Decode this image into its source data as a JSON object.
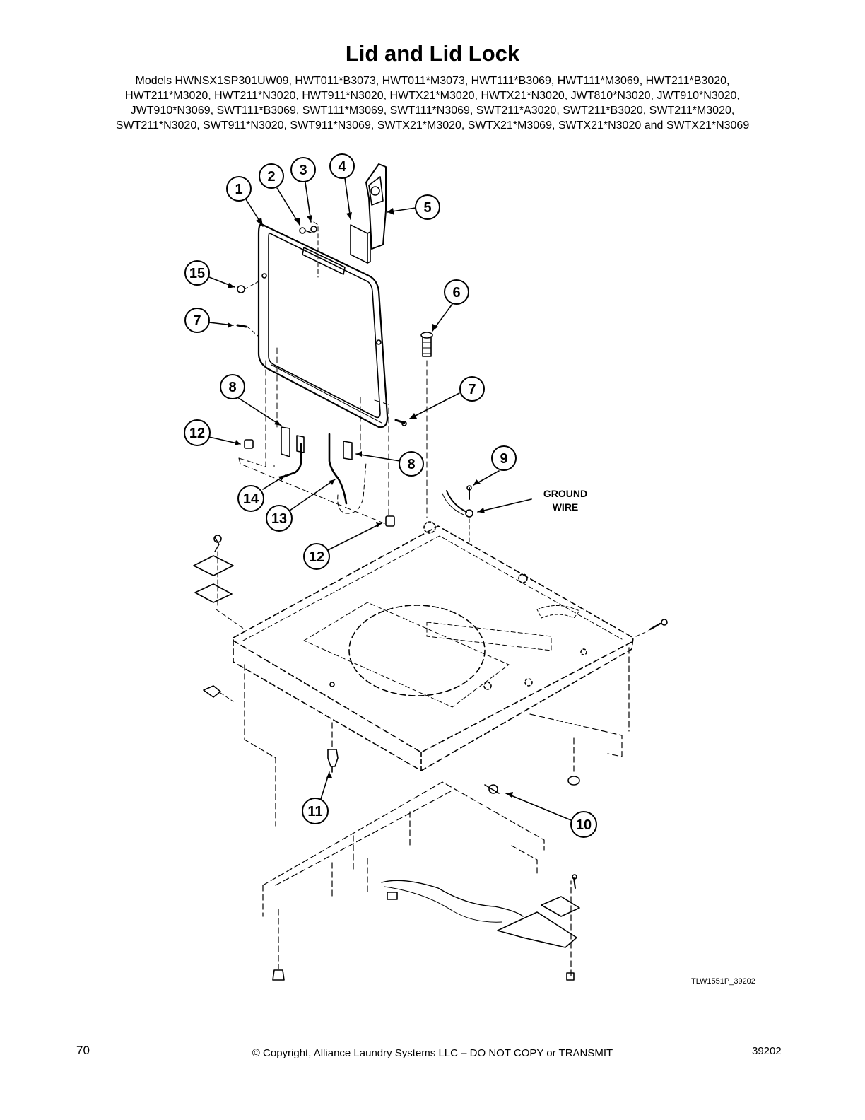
{
  "page": {
    "title": "Lid and Lid Lock",
    "models_lines": [
      "Models HWNSX1SP301UW09, HWT011*B3073, HWT011*M3073, HWT111*B3069, HWT111*M3069, HWT211*B3020,",
      "HWT211*M3020, HWT211*N3020, HWT911*N3020, HWTX21*M3020, HWTX21*N3020, JWT810*N3020, JWT910*N3020,",
      "JWT910*N3069, SWT111*B3069, SWT111*M3069, SWT111*N3069, SWT211*A3020, SWT211*B3020, SWT211*M3020,",
      "SWT211*N3020, SWT911*N3020, SWT911*N3069, SWTX21*M3020, SWTX21*M3069, SWTX21*N3020 and SWTX21*N3069"
    ]
  },
  "diagram": {
    "callouts": [
      "1",
      "2",
      "3",
      "4",
      "5",
      "6",
      "7",
      "7",
      "8",
      "8",
      "9",
      "10",
      "11",
      "12",
      "12",
      "13",
      "14",
      "15"
    ],
    "ground_wire_label": [
      "GROUND",
      "WIRE"
    ],
    "figure_id": "TLW1551P_39202"
  },
  "footer": {
    "page_number": "70",
    "copyright": "© Copyright, Alliance Laundry Systems LLC – DO NOT COPY or TRANSMIT",
    "doc_number": "39202"
  }
}
